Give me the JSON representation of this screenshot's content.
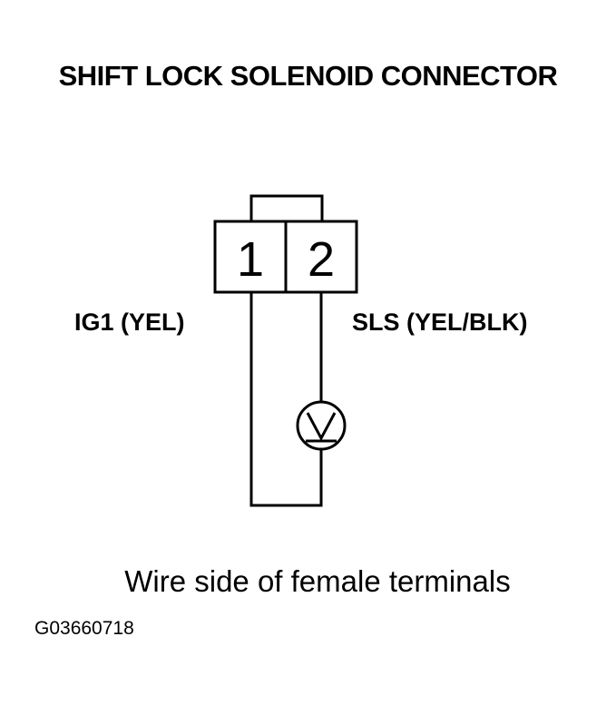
{
  "title": "SHIFT LOCK SOLENOID CONNECTOR",
  "connector": {
    "terminals": [
      "1",
      "2"
    ]
  },
  "wires": {
    "left_label": "IG1 (YEL)",
    "right_label": "SLS (YEL/BLK)"
  },
  "solenoid": {
    "icon": "solenoid-v-symbol-icon"
  },
  "caption": "Wire side of female terminals",
  "figure_id": "G03660718",
  "colors": {
    "ink": "#000000",
    "background": "#ffffff"
  }
}
